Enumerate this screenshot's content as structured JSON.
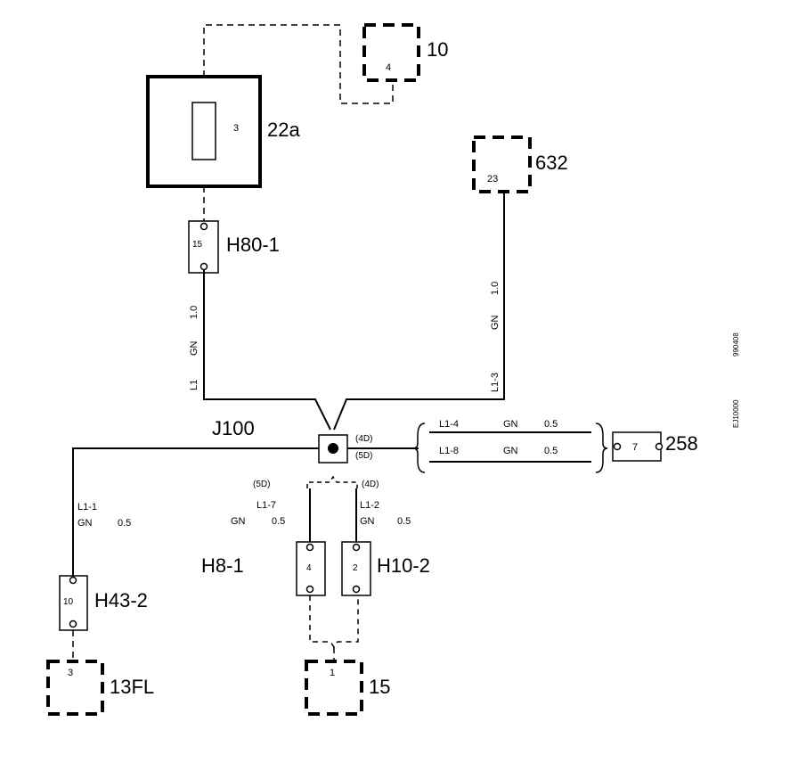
{
  "components": {
    "c10": {
      "label": "10",
      "pin": "4"
    },
    "c22a": {
      "label": "22a",
      "pin": "3"
    },
    "c632": {
      "label": "632",
      "pin": "23"
    },
    "c258": {
      "label": "258",
      "pin": "7"
    },
    "c13fl": {
      "label": "13FL",
      "pin": "3"
    },
    "c15": {
      "label": "15",
      "pin": "1"
    }
  },
  "connectors": {
    "h80_1": {
      "label": "H80-1",
      "pin": "15"
    },
    "h43_2": {
      "label": "H43-2",
      "pin": "10"
    },
    "h8_1": {
      "label": "H8-1",
      "pin": "4"
    },
    "h10_2": {
      "label": "H10-2",
      "pin": "2"
    }
  },
  "junction": {
    "label": "J100",
    "pos_top": "(4D)",
    "pos_bottom": "(5D)",
    "pos_left": "(5D)",
    "pos_right": "(4D)"
  },
  "wires": {
    "l1": {
      "id": "L1",
      "color": "GN",
      "size": "1.0"
    },
    "l1_3": {
      "id": "L1-3",
      "color": "GN",
      "size": "1.0"
    },
    "l1_4": {
      "id": "L1-4",
      "color": "GN",
      "size": "0.5"
    },
    "l1_8": {
      "id": "L1-8",
      "color": "GN",
      "size": "0.5"
    },
    "l1_1": {
      "id": "L1-1",
      "color": "GN",
      "size": "0.5"
    },
    "l1_7": {
      "id": "L1-7",
      "color": "GN",
      "size": "0.5"
    },
    "l1_2": {
      "id": "L1-2",
      "color": "GN",
      "size": "0.5"
    }
  },
  "side_codes": {
    "code1": "990408",
    "code2": "EJ10000"
  }
}
